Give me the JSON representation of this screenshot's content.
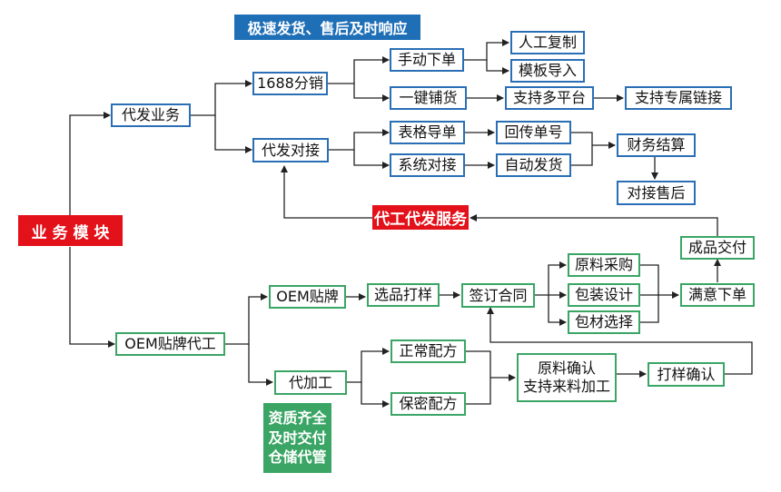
{
  "banner": "极速发货、售后及时响应",
  "root": "业 务 模 块",
  "nodes": {
    "daifa": "代发业务",
    "fx1688": "1688分销",
    "sdxd": "手动下单",
    "rgfz": "人工复制",
    "mbdr": "模板导入",
    "yjph": "一键铺货",
    "zcdpt": "支持多平台",
    "zczslj": "支持专属链接",
    "dfdj": "代发对接",
    "bgdd": "表格导单",
    "hcdh": "回传单号",
    "xtdj": "系统对接",
    "zdfh": "自动发货",
    "cwjs": "财务结算",
    "djsh": "对接售后",
    "oem_dg": "OEM贴牌代工",
    "oem_tp": "OEM贴牌",
    "xpdy": "选品打样",
    "qdht": "签订合同",
    "ylcg": "原料采购",
    "bzsj": "包装设计",
    "bcxz": "包材选择",
    "myxd": "满意下单",
    "cpjf": "成品交付",
    "djg": "代加工",
    "zcpf": "正常配方",
    "bmpf": "保密配方",
    "ylqr_line1": "原料确认",
    "ylqr_line2": "支持来料加工",
    "dyqr": "打样确认"
  },
  "service_banner": "代工代发服务",
  "features": [
    "资质齐全",
    "及时交付",
    "仓储代管"
  ],
  "colors": {
    "blue": "#2a6fb5",
    "green": "#3aa565",
    "red": "#e3111a",
    "banner_blue": "#1f6fb7"
  }
}
